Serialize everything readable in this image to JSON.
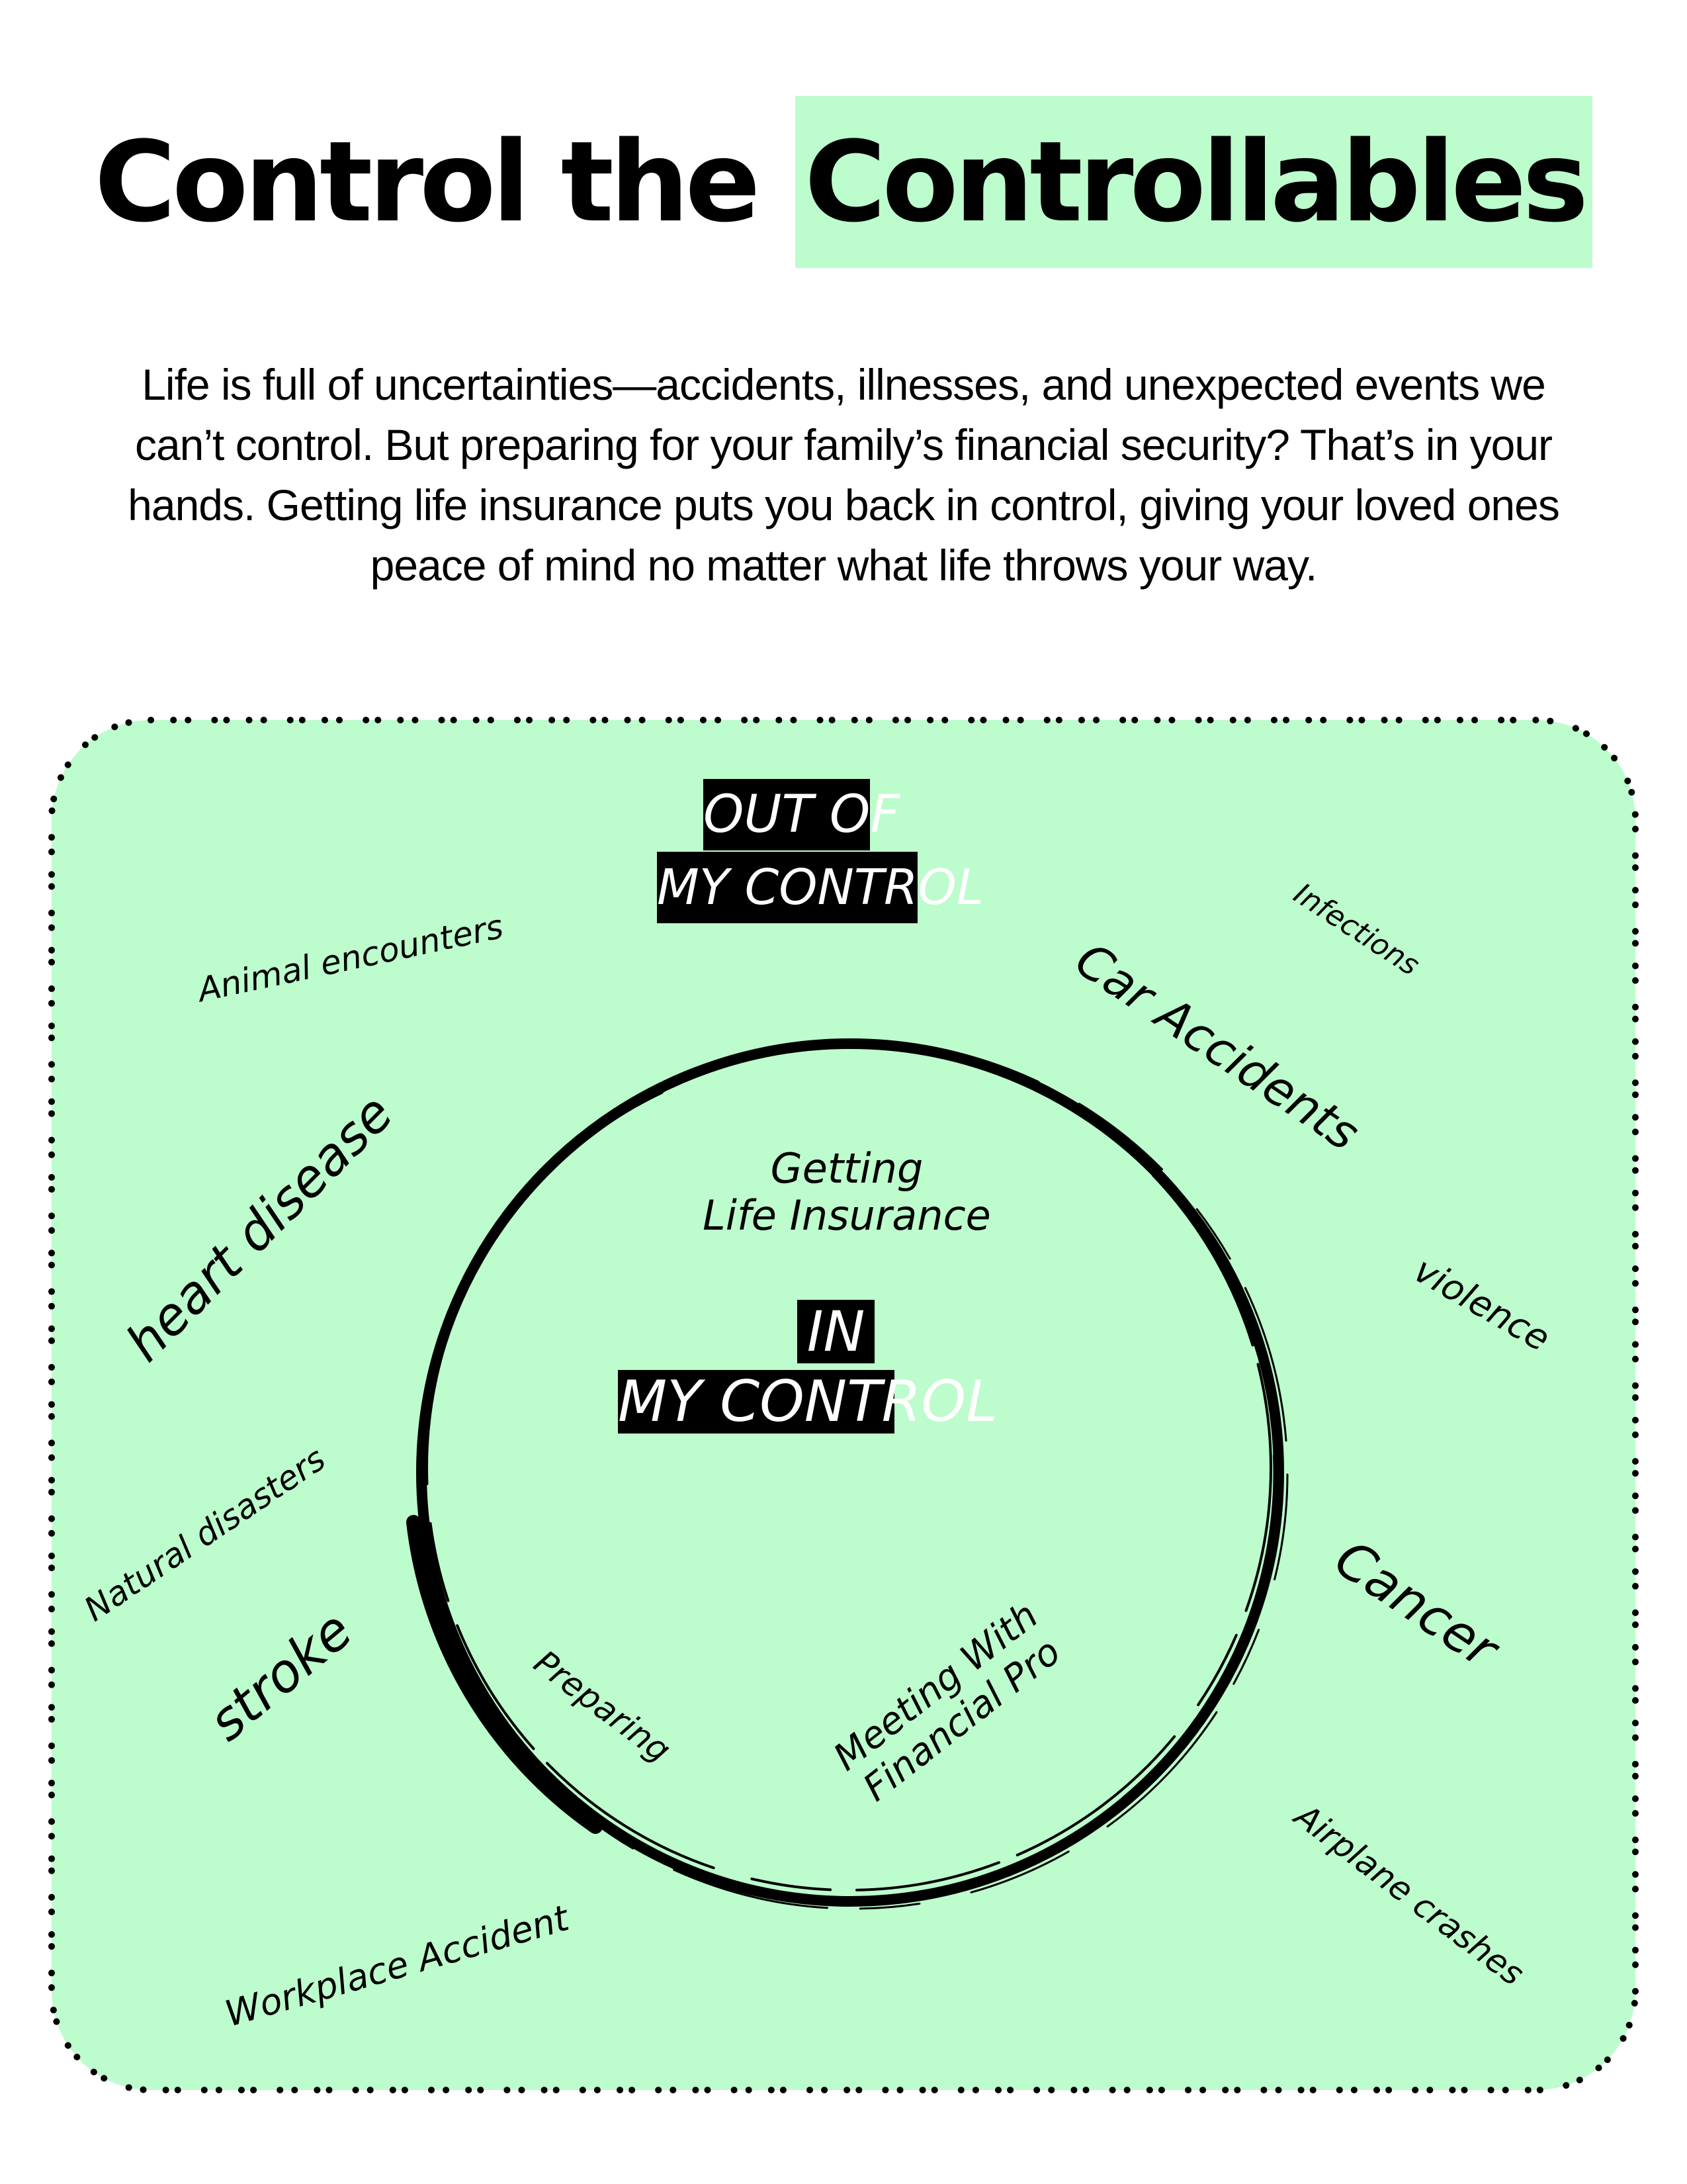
{
  "header": {
    "title_plain": "Control the",
    "title_highlight": "Controllables"
  },
  "intro": {
    "text": "Life is full of uncertainties—accidents, illnesses, and unexpected events we can’t control. But preparing for your family’s financial security? That’s in your hands. Getting life insurance puts you back in control, giving your loved ones peace of mind no matter what life throws your way."
  },
  "colors": {
    "accent_green": "#bdfccc",
    "ink": "#000000",
    "label_text": "#ffffff"
  },
  "diagram": {
    "outside_heading": {
      "line1": "OUT OF",
      "line2": "MY CONTROL"
    },
    "inside_heading": {
      "line1": "IN",
      "line2": "MY CONTROL"
    },
    "outside_items": [
      {
        "text": "Animal encounters"
      },
      {
        "text": "Infections"
      },
      {
        "text": "Car Accidents"
      },
      {
        "text": "heart disease"
      },
      {
        "text": "violence"
      },
      {
        "text": "Natural disasters"
      },
      {
        "text": "Cancer"
      },
      {
        "text": "stroke"
      },
      {
        "text": "Airplane crashes"
      },
      {
        "text": "Workplace Accident"
      }
    ],
    "inside_items": [
      {
        "line1": "Getting",
        "line2": "Life Insurance"
      },
      {
        "line1": "Preparing"
      },
      {
        "line1": "Meeting With",
        "line2": "Financial Pro"
      }
    ]
  }
}
